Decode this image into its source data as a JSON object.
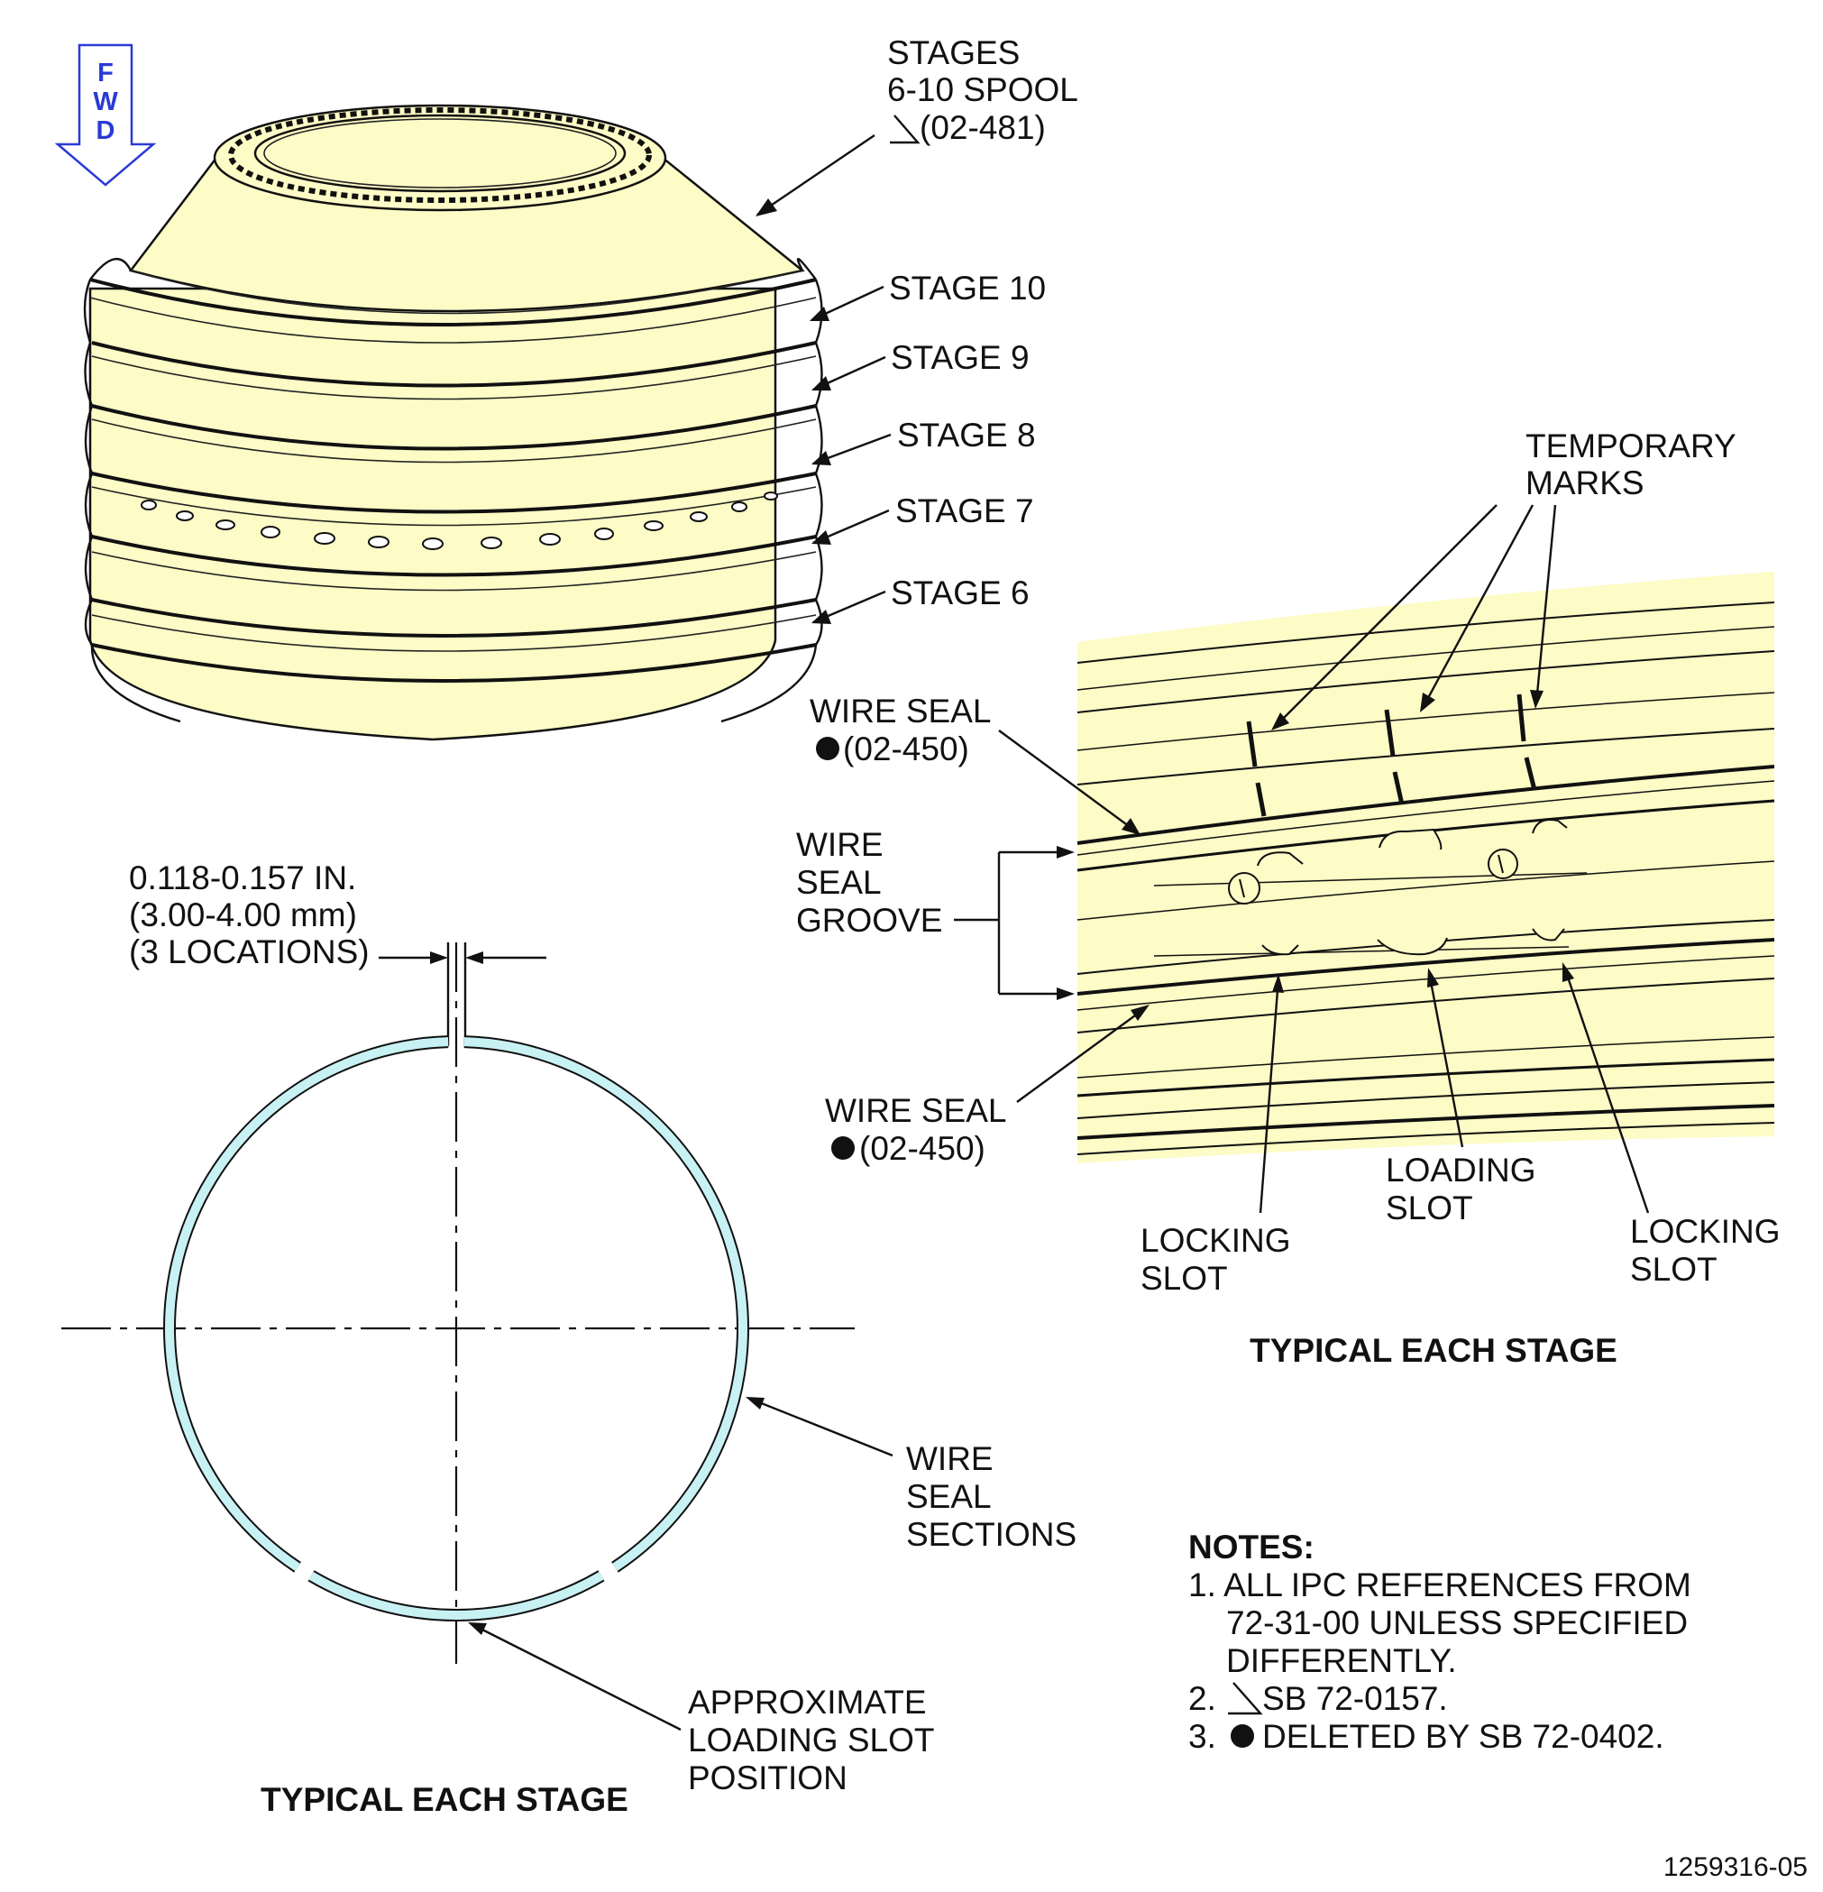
{
  "fwd_arrow": {
    "letters": [
      "F",
      "W",
      "D"
    ],
    "color": "#2a3ad6"
  },
  "top_view": {
    "spool_label": [
      "STAGES",
      "6-10 SPOOL"
    ],
    "spool_ref": "(02-481)",
    "stage_labels": [
      "STAGE 10",
      "STAGE 9",
      "STAGE 8",
      "STAGE 7",
      "STAGE 6"
    ],
    "part_fill": "#fdfbc6"
  },
  "detail_view": {
    "temporary_marks": [
      "TEMPORARY",
      "MARKS"
    ],
    "wire_seal_top": [
      "WIRE SEAL",
      "(02-450)"
    ],
    "wire_seal_groove": [
      "WIRE",
      "SEAL",
      "GROOVE"
    ],
    "wire_seal_bottom": [
      "WIRE SEAL",
      "(02-450)"
    ],
    "locking_slot_left": [
      "LOCKING",
      "SLOT"
    ],
    "loading_slot": [
      "LOADING",
      "SLOT"
    ],
    "locking_slot_right": [
      "LOCKING",
      "SLOT"
    ],
    "caption": "TYPICAL EACH STAGE"
  },
  "ring_view": {
    "gap_dimension": [
      "0.118-0.157 IN.",
      "(3.00-4.00 mm)",
      "(3 LOCATIONS)"
    ],
    "wire_seal_sections": [
      "WIRE",
      "SEAL",
      "SECTIONS"
    ],
    "loading_slot_position": [
      "APPROXIMATE",
      "LOADING SLOT",
      "POSITION"
    ],
    "caption": "TYPICAL EACH STAGE",
    "ring_fill": "#c8f1f4"
  },
  "notes": {
    "title": "NOTES:",
    "items": [
      [
        "1. ALL IPC REFERENCES FROM",
        "72-31-00 UNLESS SPECIFIED",
        "DIFFERENTLY."
      ],
      [
        "2.",
        "SB 72-0157."
      ],
      [
        "3.",
        "DELETED BY SB 72-0402."
      ]
    ]
  },
  "figure_id": "1259316-05"
}
